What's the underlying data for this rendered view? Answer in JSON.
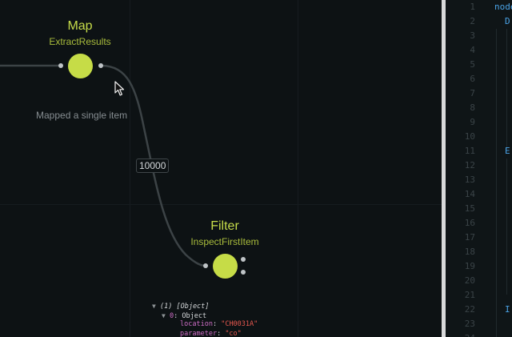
{
  "nodes": {
    "map": {
      "name": "Map",
      "subtitle": "ExtractResults",
      "note": "Mapped a single item"
    },
    "filter": {
      "name": "Filter",
      "subtitle": "InspectFirstItem"
    }
  },
  "edge": {
    "count": "10000"
  },
  "inspector": {
    "root_label": "(1) [Object]",
    "item_index": "0",
    "item_type": "Object",
    "fields": [
      {
        "key": "location",
        "value": "\"CH0031A\""
      },
      {
        "key": "parameter",
        "value": "\"co\""
      }
    ]
  },
  "editor": {
    "line_numbers": [
      "1",
      "2",
      "3",
      "4",
      "5",
      "6",
      "7",
      "8",
      "9",
      "10",
      "11",
      "12",
      "13",
      "14",
      "15",
      "16",
      "17",
      "18",
      "19",
      "20",
      "21",
      "22",
      "23",
      "24"
    ],
    "code": {
      "line1": "node",
      "line2": "D",
      "line11": "E",
      "line22": "I"
    }
  },
  "colors": {
    "node_accent": "#c6dc47",
    "background": "#0d1214",
    "code_keyword": "#4aa3e6",
    "string_value": "#e8584f",
    "object_key": "#d06ec8"
  },
  "icons": [
    "mouse-pointer-icon",
    "expand-triangle-icon"
  ]
}
